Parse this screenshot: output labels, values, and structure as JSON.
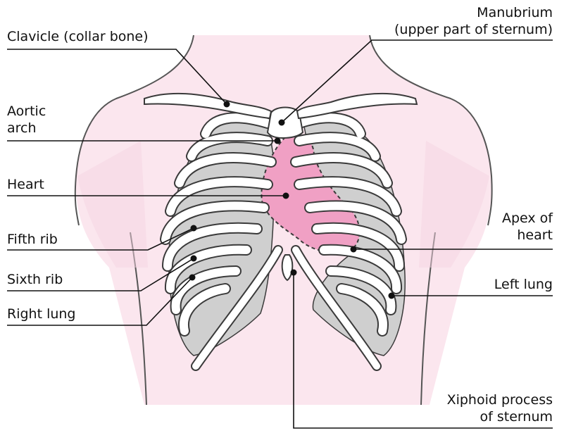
{
  "labels": {
    "clavicle": "Clavicle (collar bone)",
    "manubrium_line1": "Manubrium",
    "manubrium_line2": "(upper part of sternum)",
    "aortic_arch_line1": "Aortic",
    "aortic_arch_line2": "arch",
    "heart": "Heart",
    "fifth_rib": "Fifth rib",
    "sixth_rib": "Sixth rib",
    "right_lung": "Right lung",
    "apex_line1": "Apex of",
    "apex_line2": "heart",
    "left_lung": "Left lung",
    "xiphoid_line1": "Xiphoid process",
    "xiphoid_line2": "of sternum"
  },
  "colors": {
    "skin": "#fbe6ee",
    "skin_outline": "#555555",
    "bone": "#ffffff",
    "bone_outline": "#3a3a3a",
    "lung": "#cfcfcf",
    "heart": "#f0a0c4",
    "leader": "#111111"
  }
}
